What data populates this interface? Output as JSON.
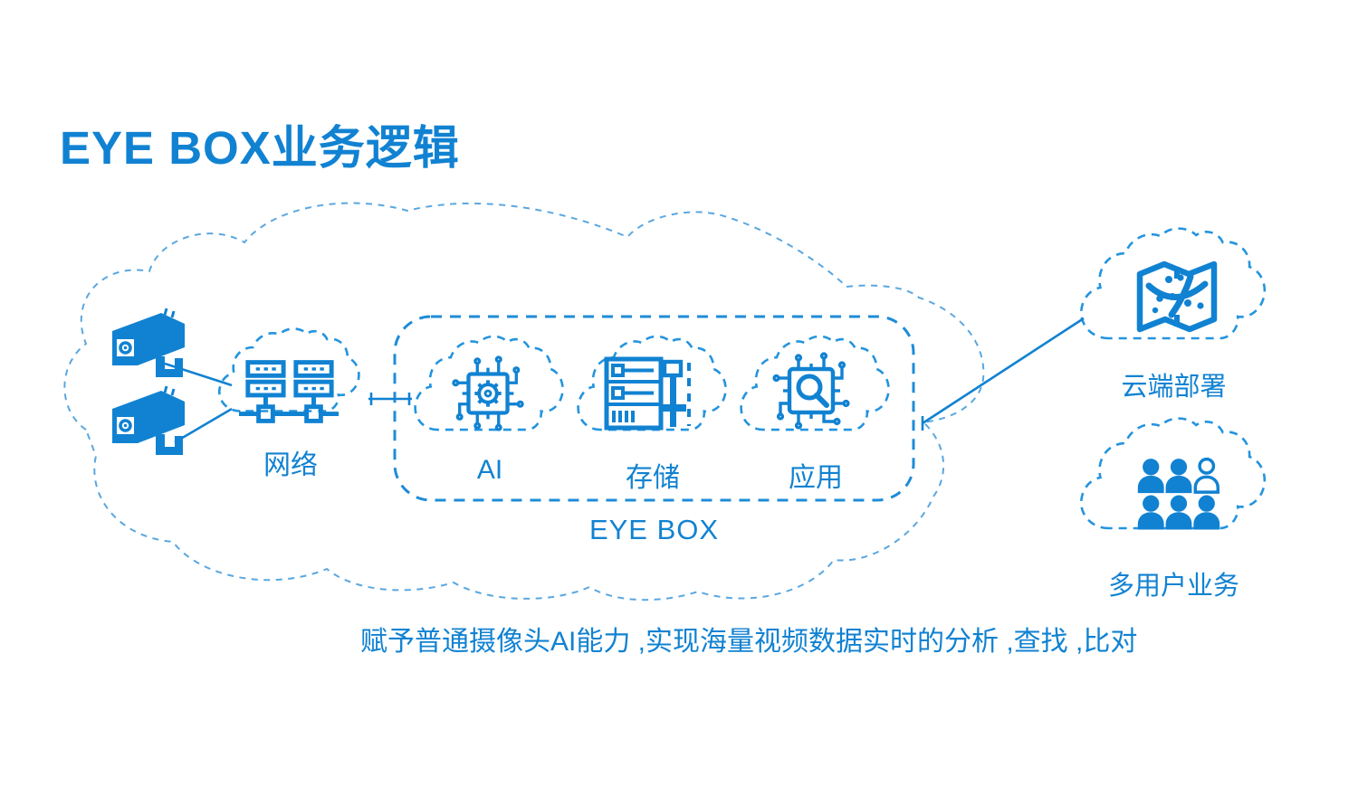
{
  "title": "EYE BOX业务逻辑",
  "description": "赋予普通摄像头AI能力 ,实现海量视频数据实时的分析 ,查找 ,比对",
  "colors": {
    "primary": "#1182d2",
    "cloud_outline": "#2394de",
    "big_cloud_outline": "#5aa7e0",
    "box_outline": "#1e8cd8"
  },
  "network": {
    "label": "网络"
  },
  "eyebox": {
    "label": "EYE BOX",
    "modules": [
      {
        "label": "AI"
      },
      {
        "label": "存储"
      },
      {
        "label": "应用"
      }
    ]
  },
  "cloud_deploy": {
    "label": "云端部署"
  },
  "multi_user": {
    "label": "多用户业务"
  }
}
